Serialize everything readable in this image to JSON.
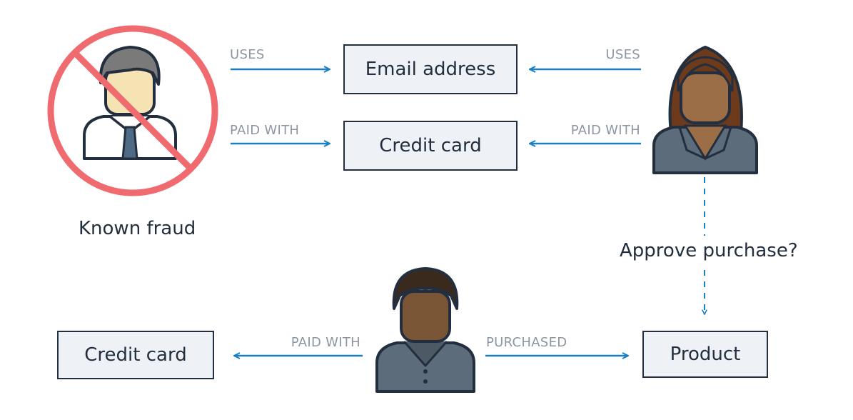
{
  "colors": {
    "accent": "#1a7fc1",
    "ban": "#ef6b6f",
    "box_fill": "#eef1f5",
    "box_border": "#232f3e",
    "label_gray": "#8c96a3",
    "text": "#232f3e"
  },
  "icons": {
    "fraudster": "man-person-icon",
    "ban": "prohibited-icon",
    "customer": "woman-person-icon",
    "third_person": "person-icon"
  },
  "nodes": {
    "email": "Email address",
    "card_top": "Credit card",
    "card_bottom": "Credit card",
    "product": "Product"
  },
  "labels": {
    "fraud_uses": "USES",
    "fraud_paid_with": "PAID WITH",
    "customer_uses": "USES",
    "customer_paid_with": "PAID WITH",
    "person_paid_with": "PAID WITH",
    "person_purchased": "PURCHASED"
  },
  "captions": {
    "known_fraud": "Known fraud",
    "approve": "Approve purchase?"
  }
}
